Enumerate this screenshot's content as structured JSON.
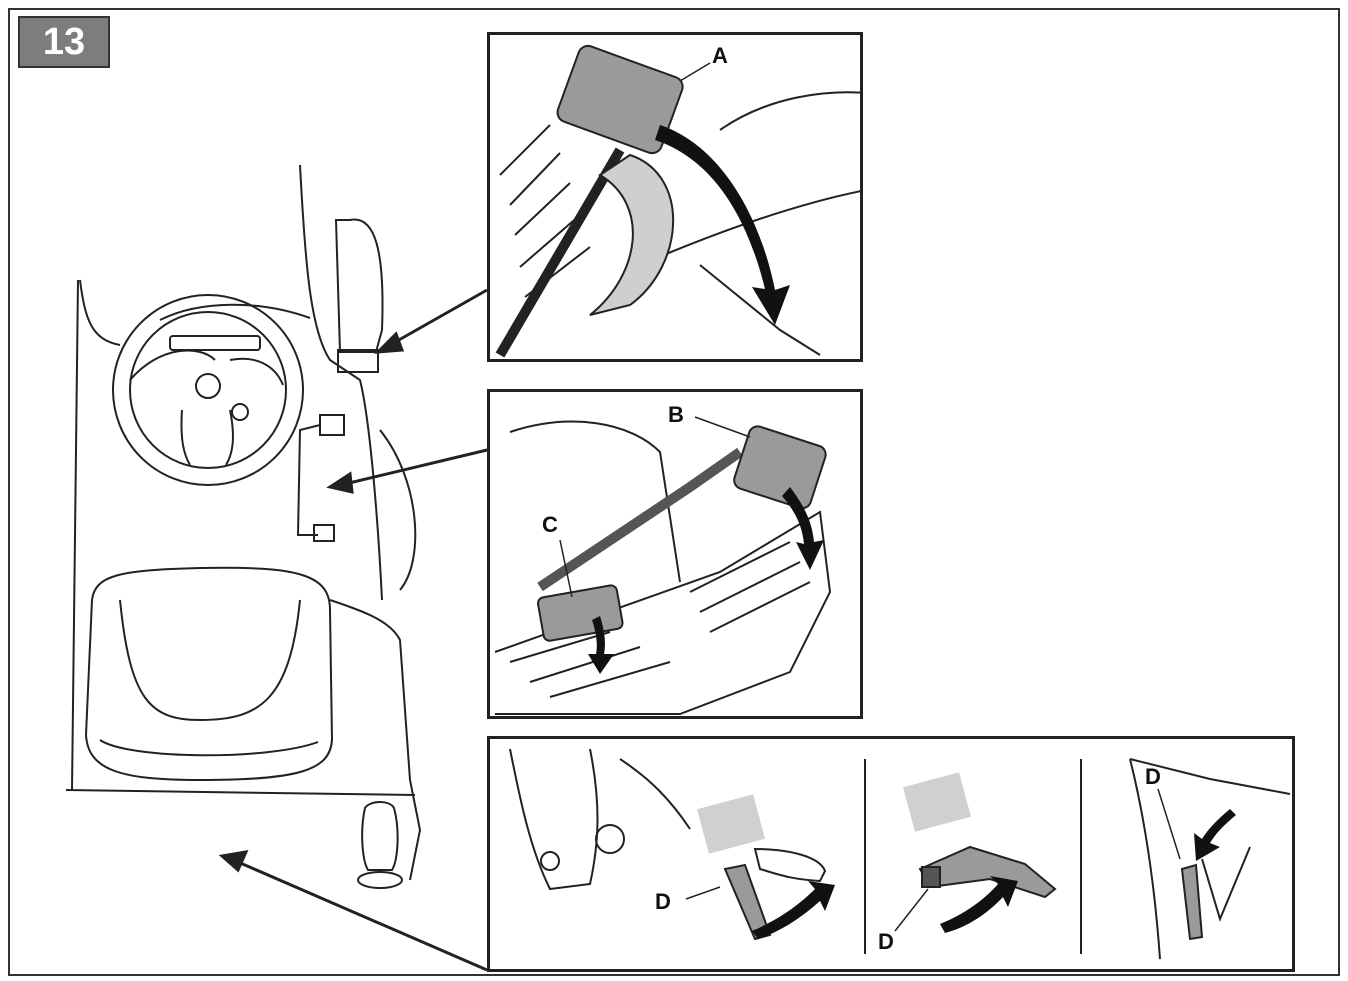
{
  "step": {
    "number": "13"
  },
  "labels": {
    "a": "A",
    "b": "B",
    "c": "C",
    "d1": "D",
    "d2": "D",
    "d3": "D"
  },
  "colors": {
    "badge": "#7d7d7d",
    "line": "#222222",
    "pad": "#9a9a9a",
    "highlight": "#cfcfcf"
  }
}
